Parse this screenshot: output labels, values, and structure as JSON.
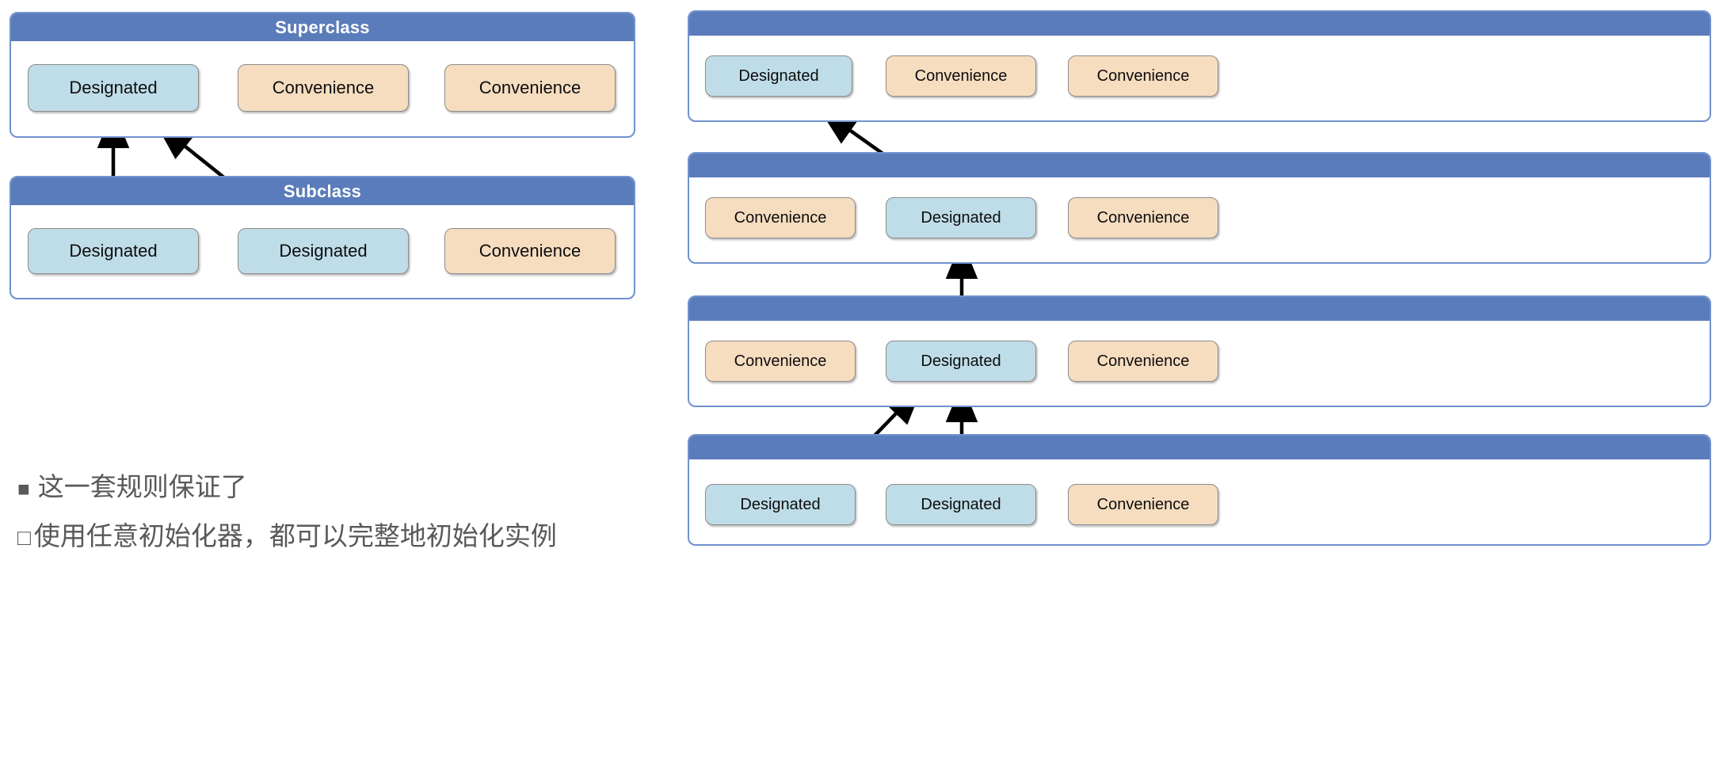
{
  "labels": {
    "designated": "Designated",
    "convenience": "Convenience",
    "superclass": "Superclass",
    "subclass": "Subclass",
    "empty": ""
  },
  "colors": {
    "header_blue": "#5b7cba",
    "panel_border": "#6f92cf",
    "designated_fill": "#bfdde8",
    "convenience_fill": "#f6ddc0",
    "node_border": "#8c8c8c",
    "arrow": "#000000",
    "bullet_text": "#595959",
    "background": "#ffffff"
  },
  "left_diagram": {
    "panels": [
      {
        "id": "superclass",
        "title": "Superclass",
        "nodes": [
          {
            "id": "sc-designated",
            "label": "Designated",
            "kind": "designated"
          },
          {
            "id": "sc-conv-1",
            "label": "Convenience",
            "kind": "convenience"
          },
          {
            "id": "sc-conv-2",
            "label": "Convenience",
            "kind": "convenience"
          }
        ]
      },
      {
        "id": "subclass",
        "title": "Subclass",
        "nodes": [
          {
            "id": "sub-designated-1",
            "label": "Designated",
            "kind": "designated"
          },
          {
            "id": "sub-designated-2",
            "label": "Designated",
            "kind": "designated"
          },
          {
            "id": "sub-conv-1",
            "label": "Convenience",
            "kind": "convenience"
          }
        ]
      }
    ],
    "edges": [
      {
        "from": "sc-conv-1",
        "to": "sc-designated",
        "dir": "left"
      },
      {
        "from": "sc-conv-2",
        "to": "sc-conv-1",
        "dir": "left"
      },
      {
        "from": "sub-conv-1",
        "to": "sub-designated-2",
        "dir": "left"
      },
      {
        "from": "sub-designated-1",
        "to": "sc-designated",
        "dir": "up"
      },
      {
        "from": "sub-designated-2",
        "to": "sc-designated",
        "dir": "up-left"
      }
    ]
  },
  "right_diagram": {
    "panels": [
      {
        "id": "rp1",
        "title": "",
        "nodes": [
          {
            "id": "r1-designated",
            "label": "Designated",
            "kind": "designated"
          },
          {
            "id": "r1-conv-1",
            "label": "Convenience",
            "kind": "convenience"
          },
          {
            "id": "r1-conv-2",
            "label": "Convenience",
            "kind": "convenience"
          }
        ]
      },
      {
        "id": "rp2",
        "title": "",
        "nodes": [
          {
            "id": "r2-conv-1",
            "label": "Convenience",
            "kind": "convenience"
          },
          {
            "id": "r2-designated",
            "label": "Designated",
            "kind": "designated"
          },
          {
            "id": "r2-conv-2",
            "label": "Convenience",
            "kind": "convenience"
          }
        ]
      },
      {
        "id": "rp3",
        "title": "",
        "nodes": [
          {
            "id": "r3-conv-1",
            "label": "Convenience",
            "kind": "convenience"
          },
          {
            "id": "r3-designated",
            "label": "Designated",
            "kind": "designated"
          },
          {
            "id": "r3-conv-2",
            "label": "Convenience",
            "kind": "convenience"
          }
        ]
      },
      {
        "id": "rp4",
        "title": "",
        "nodes": [
          {
            "id": "r4-designated-1",
            "label": "Designated",
            "kind": "designated"
          },
          {
            "id": "r4-designated-2",
            "label": "Designated",
            "kind": "designated"
          },
          {
            "id": "r4-conv-1",
            "label": "Convenience",
            "kind": "convenience"
          }
        ]
      }
    ],
    "edges": [
      {
        "from": "r1-conv-1",
        "to": "r1-designated",
        "dir": "left"
      },
      {
        "from": "r1-conv-2",
        "to": "r1-conv-1",
        "dir": "left"
      },
      {
        "from": "r2-conv-1",
        "to": "r2-designated",
        "dir": "right"
      },
      {
        "from": "r2-conv-2",
        "to": "r2-designated",
        "dir": "left"
      },
      {
        "from": "r2-designated",
        "to": "r1-designated",
        "dir": "up-left"
      },
      {
        "from": "r3-conv-1",
        "to": "r3-designated",
        "dir": "right"
      },
      {
        "from": "r3-conv-2",
        "to": "r3-designated",
        "dir": "left"
      },
      {
        "from": "r3-designated",
        "to": "r2-designated",
        "dir": "up"
      },
      {
        "from": "r4-designated-1",
        "to": "r3-designated",
        "dir": "up-right"
      },
      {
        "from": "r4-designated-2",
        "to": "r3-designated",
        "dir": "up"
      },
      {
        "from": "r4-conv-1",
        "to": "r4-designated-2",
        "dir": "left"
      }
    ]
  },
  "bullets": [
    {
      "marker": "■",
      "text": "这一套规则保证了"
    },
    {
      "marker": "□",
      "text": "使用任意初始化器，都可以完整地初始化实例"
    }
  ]
}
